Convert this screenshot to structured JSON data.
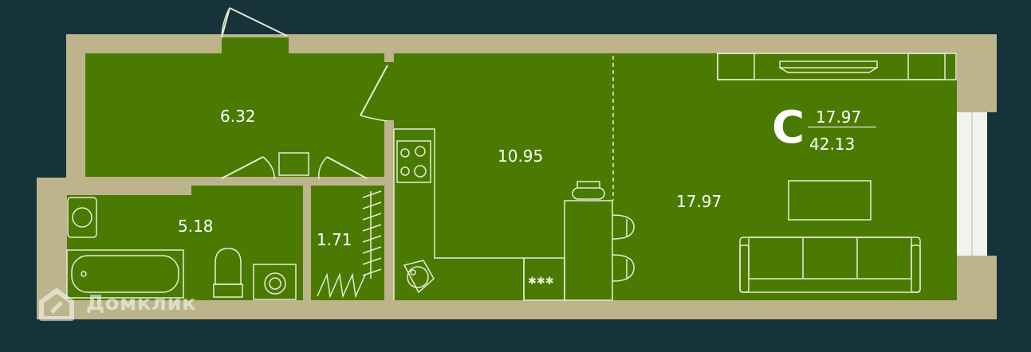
{
  "plan": {
    "badge_letter": "С",
    "living_area": "17.97",
    "total_area": "42.13"
  },
  "rooms": [
    {
      "id": "hall",
      "area": "6.32"
    },
    {
      "id": "kitchen",
      "area": "10.95"
    },
    {
      "id": "living",
      "area": "17.97"
    },
    {
      "id": "bathroom",
      "area": "5.18"
    },
    {
      "id": "wardrobe",
      "area": "1.71"
    }
  ],
  "brand": {
    "name": "Домклик"
  },
  "colors": {
    "background": "#16333a",
    "wall": "#bdb48c",
    "floor": "#4a7a01",
    "lines": "#e8ecd6"
  }
}
